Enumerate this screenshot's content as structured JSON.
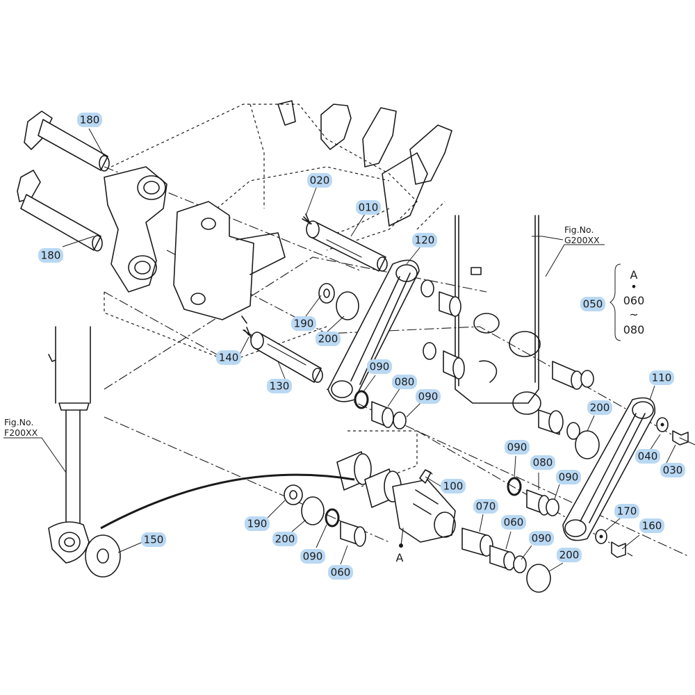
{
  "figure_refs": {
    "upper": {
      "line1": "Fig.No.",
      "line2": "G200XX"
    },
    "lower": {
      "line1": "Fig.No.",
      "line2": "F200XX"
    }
  },
  "group": {
    "ref": "050",
    "top": "A",
    "dot": "•",
    "from": "060",
    "tilde": "~",
    "to": "080"
  },
  "marker_label": "A",
  "highlight_color": "#b9d8f3",
  "callouts": [
    {
      "id": "c180a",
      "label": "180"
    },
    {
      "id": "c180b",
      "label": "180"
    },
    {
      "id": "c020",
      "label": "020"
    },
    {
      "id": "c010",
      "label": "010"
    },
    {
      "id": "c120",
      "label": "120"
    },
    {
      "id": "c190a",
      "label": "190"
    },
    {
      "id": "c200a",
      "label": "200"
    },
    {
      "id": "c140",
      "label": "140"
    },
    {
      "id": "c130",
      "label": "130"
    },
    {
      "id": "c090a",
      "label": "090"
    },
    {
      "id": "c080a",
      "label": "080"
    },
    {
      "id": "c090b",
      "label": "090"
    },
    {
      "id": "c110",
      "label": "110"
    },
    {
      "id": "c200b",
      "label": "200"
    },
    {
      "id": "c040",
      "label": "040"
    },
    {
      "id": "c030",
      "label": "030"
    },
    {
      "id": "c090c",
      "label": "090"
    },
    {
      "id": "c080b",
      "label": "080"
    },
    {
      "id": "c090d",
      "label": "090"
    },
    {
      "id": "c100",
      "label": "100"
    },
    {
      "id": "c070",
      "label": "070"
    },
    {
      "id": "c060a",
      "label": "060"
    },
    {
      "id": "c090e",
      "label": "090"
    },
    {
      "id": "c200c",
      "label": "200"
    },
    {
      "id": "c170",
      "label": "170"
    },
    {
      "id": "c160",
      "label": "160"
    },
    {
      "id": "c190b",
      "label": "190"
    },
    {
      "id": "c200d",
      "label": "200"
    },
    {
      "id": "c090f",
      "label": "090"
    },
    {
      "id": "c060b",
      "label": "060"
    },
    {
      "id": "c150",
      "label": "150"
    }
  ]
}
